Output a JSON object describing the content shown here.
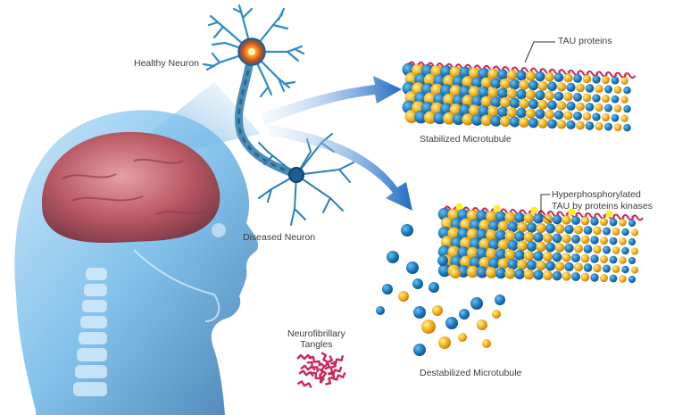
{
  "labels": {
    "healthy_neuron": "Healthy Neuron",
    "diseased_neuron": "Diseased Neuron",
    "stabilized_microtubule": "Stabilized Microtubule",
    "tau_proteins": "TAU proteins",
    "hyper_line1": "Hyperphosphorylated",
    "hyper_line2": "TAU by proteins kinases",
    "tangles_line1": "Neurofibrillary",
    "tangles_line2": "Tangles",
    "destabilized_microtubule": "Destabilized Microtubule"
  },
  "colors": {
    "tubulin_blue": "#1f7fc4",
    "tubulin_yellow": "#f2b21a",
    "tau_magenta": "#c8285a",
    "phospho_yellow": "#ffee22",
    "arrow_blue": "#1e6cc4",
    "neuron_blue": "#2e8bc8",
    "head_blue": "#6fb7e8",
    "brain_pink": "#c0606a"
  }
}
